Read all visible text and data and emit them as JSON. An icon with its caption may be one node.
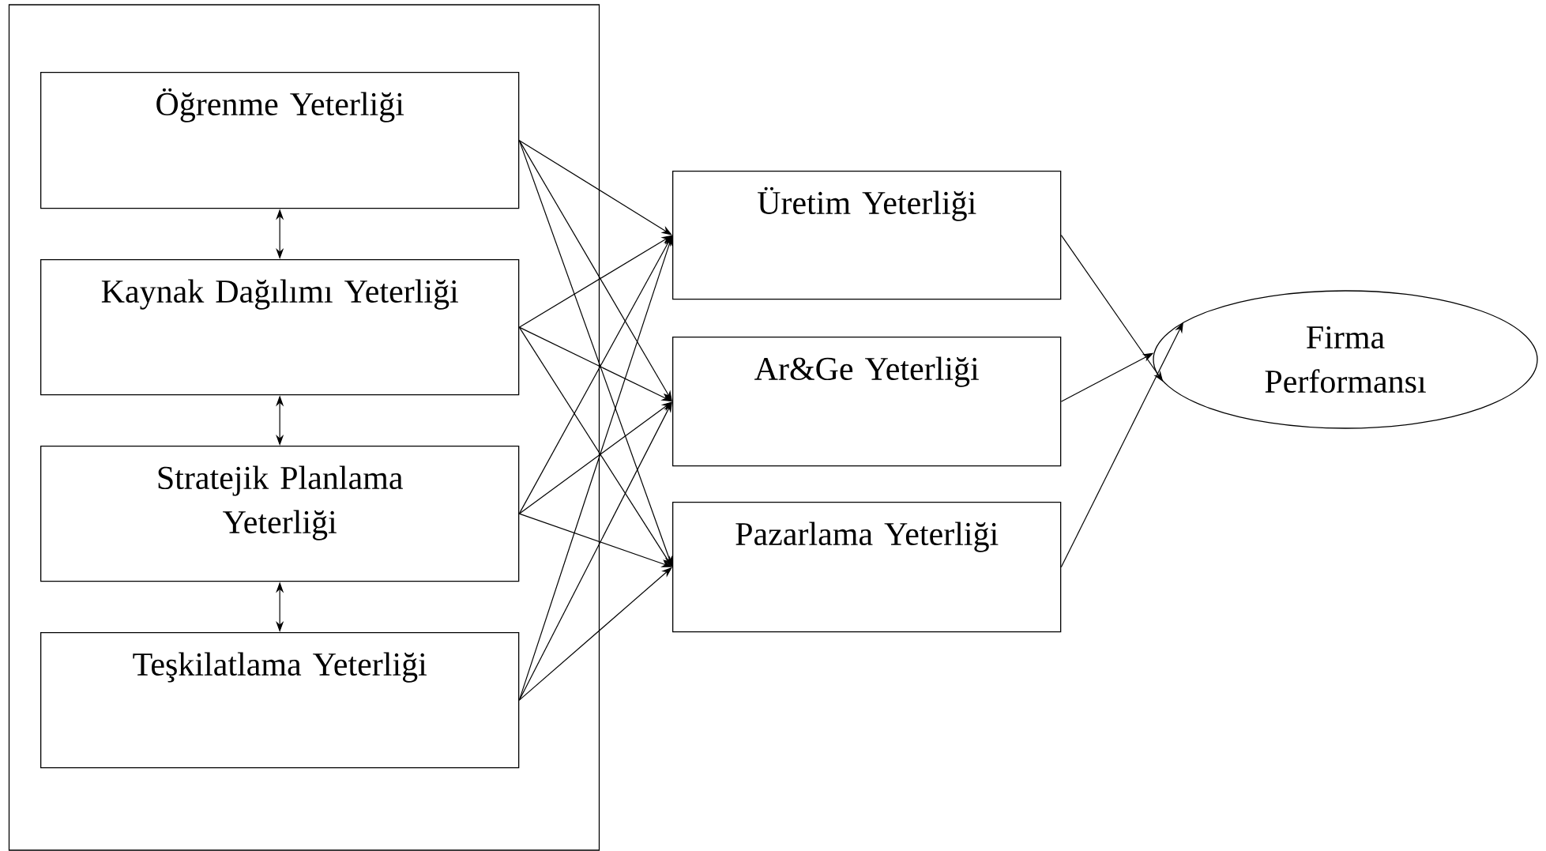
{
  "diagram": {
    "nodes": [
      {
        "text": [],
        "shape": "box"
      },
      {
        "text": [
          "Öğrenme Yeterliği"
        ],
        "in": 0
      },
      {
        "text": [
          "Kaynak Dağılımı Yeterliği"
        ],
        "in": 0
      },
      {
        "text": [
          "Stratejik Planlama Yeterliği"
        ],
        "in": 0
      },
      {
        "text": [
          "Teşkilatlama Yeterliği"
        ],
        "in": 0
      },
      {
        "text": [
          "Üretim Yeterliği"
        ]
      },
      {
        "text": [
          "Ar&Ge Yeterliği"
        ]
      },
      {
        "text": [
          "Pazarlama Yeterliği"
        ]
      },
      {
        "text": [
          "Firma Performansı"
        ]
      }
    ],
    "edges": [
      {
        "from": 1,
        "to": 2,
        "arrow": "both"
      },
      {
        "from": 2,
        "to": 3,
        "arrow": "both"
      },
      {
        "from": 3,
        "to": 4,
        "arrow": "both"
      },
      {
        "from": 1,
        "to": 5,
        "arrow": "to"
      },
      {
        "from": 1,
        "to": 6,
        "arrow": "to"
      },
      {
        "from": 1,
        "to": 7,
        "arrow": "to"
      },
      {
        "from": 2,
        "to": 5,
        "arrow": "to"
      },
      {
        "from": 2,
        "to": 6,
        "arrow": "to"
      },
      {
        "from": 2,
        "to": 7,
        "arrow": "to"
      },
      {
        "from": 3,
        "to": 5,
        "arrow": "to"
      },
      {
        "from": 3,
        "to": 6,
        "arrow": "to"
      },
      {
        "from": 3,
        "to": 7,
        "arrow": "to"
      },
      {
        "from": 4,
        "to": 5,
        "arrow": "to"
      },
      {
        "from": 4,
        "to": 6,
        "arrow": "to"
      },
      {
        "from": 4,
        "to": 7,
        "arrow": "to"
      },
      {
        "from": 5,
        "to": 8,
        "arrow": "to"
      },
      {
        "from": 6,
        "to": 8,
        "arrow": "to"
      },
      {
        "from": 7,
        "to": 8,
        "arrow": "to"
      }
    ]
  }
}
